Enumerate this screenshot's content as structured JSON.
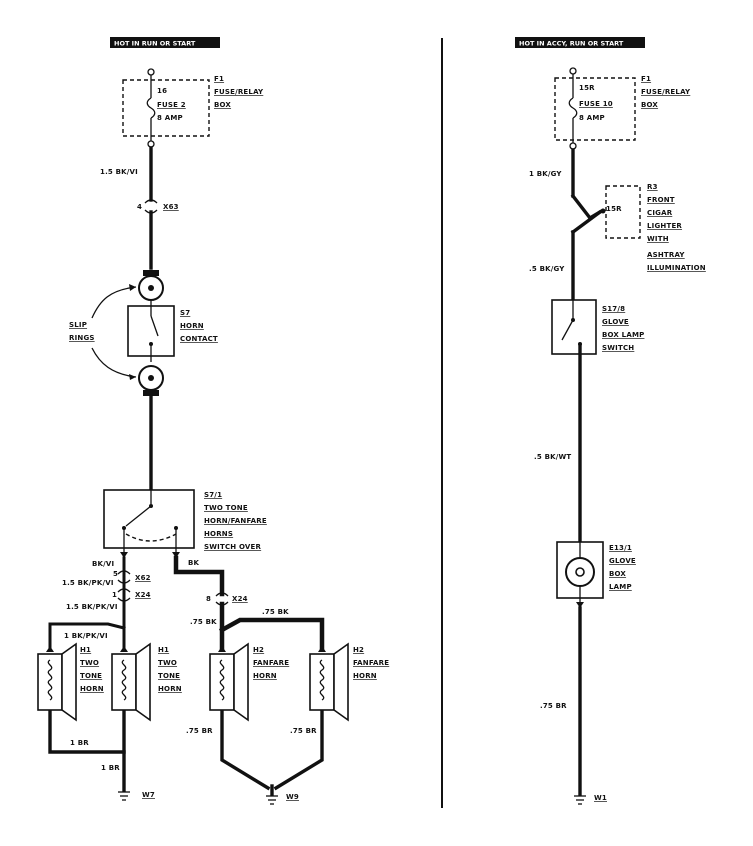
{
  "left": {
    "header": "HOT IN RUN OR START",
    "fuse_box": {
      "id": "F1",
      "name": [
        "FUSE/RELAY",
        "BOX"
      ],
      "terminal": "16",
      "fuse": "FUSE 2",
      "rating": "8 AMP"
    },
    "wire_fuse_out": "1.5 BK/VI",
    "connector_x63": {
      "pin": "4",
      "name": "X63"
    },
    "slip_rings": [
      "SLIP",
      "RINGS"
    ],
    "horn_contact": {
      "id": "S7",
      "name": [
        "HORN",
        "CONTACT"
      ]
    },
    "switch_over": {
      "id": "S7/1",
      "name": [
        "TWO TONE",
        "HORN/FANFARE",
        "HORNS",
        "SWITCH OVER"
      ]
    },
    "wire_sw_left": "BK/VI",
    "wire_sw_right": "BK",
    "connector_x62": {
      "pin": "5",
      "name": "X62"
    },
    "wire_15": "1.5 BK/PK/VI",
    "connector_x24a": {
      "pin": "1",
      "name": "X24"
    },
    "wire_16": "1.5 BK/PK/VI",
    "wire_1bk": "1 BK/PK/VI",
    "connector_x24b": {
      "pin": "8",
      "name": "X24"
    },
    "wire_75a": ".75 BK",
    "wire_75b": ".75 BK",
    "horn_h1a": {
      "id": "H1",
      "name": [
        "TWO",
        "TONE",
        "HORN"
      ]
    },
    "horn_h1b": {
      "id": "H1",
      "name": [
        "TWO",
        "TONE",
        "HORN"
      ]
    },
    "horn_h2a": {
      "id": "H2",
      "name": [
        "FANFARE",
        "HORN"
      ]
    },
    "horn_h2b": {
      "id": "H2",
      "name": [
        "FANFARE",
        "HORN"
      ]
    },
    "wire_1br": "1 BR",
    "wire_1br_b": "1 BR",
    "wire_75br_a": ".75 BR",
    "wire_75br_b": ".75 BR",
    "ground_w7": "W7",
    "ground_w9": "W9"
  },
  "right": {
    "header": "HOT IN ACCY, RUN OR START",
    "fuse_box": {
      "id": "F1",
      "name": [
        "FUSE/RELAY",
        "BOX"
      ],
      "terminal": "15R",
      "fuse": "FUSE 10",
      "rating": "8 AMP"
    },
    "wire_fuse_out": "1 BK/GY",
    "lighter": {
      "id": "R3",
      "terminal": "15R",
      "name": [
        "FRONT",
        "CIGAR",
        "LIGHTER",
        "WITH",
        "ASHTRAY",
        "ILLUMINATION"
      ]
    },
    "wire_lighter_out": ".5 BK/GY",
    "glove_switch": {
      "id": "S17/8",
      "name": [
        "GLOVE",
        "BOX LAMP",
        "SWITCH"
      ]
    },
    "wire_switch_out": ".5 BK/WT",
    "glove_lamp": {
      "id": "E13/1",
      "name": [
        "GLOVE",
        "BOX",
        "LAMP"
      ]
    },
    "wire_lamp_out": ".75 BR",
    "ground_w1": "W1"
  }
}
